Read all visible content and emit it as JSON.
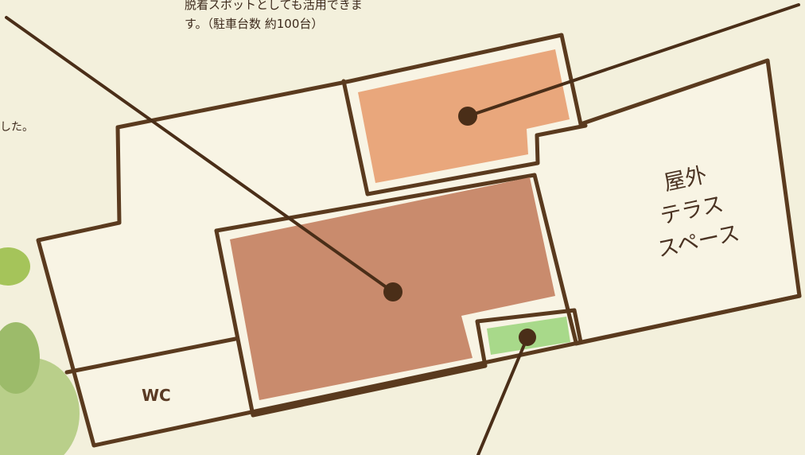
{
  "top_note": {
    "line1": "脱着スポットとしても活用できま",
    "line2": "す。（駐車台数 約100台）"
  },
  "left_fragment": "した。",
  "labels": {
    "wc": "WC",
    "terrace_line1": "屋外",
    "terrace_line2": "テラス",
    "terrace_line3": "スペース"
  },
  "colors": {
    "outline": "#5a3a1e",
    "main_hall_fill": "#c98b6d",
    "upper_room_fill": "#e9a77c",
    "small_room_fill": "#a8d98a",
    "background": "#f3f0dc",
    "room_background": "#f8f4e4"
  }
}
